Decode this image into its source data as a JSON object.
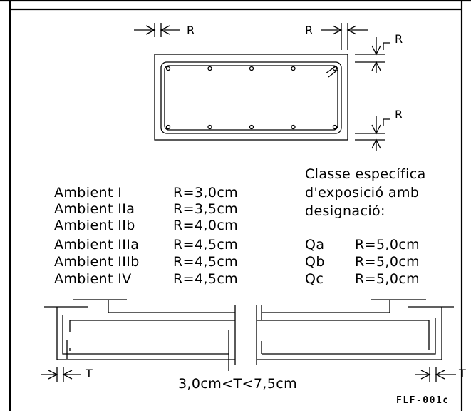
{
  "dimensions": {
    "r_label": "R",
    "t_label": "T"
  },
  "section": {
    "bar_count_per_face": 5
  },
  "ambients": [
    {
      "name": "Ambient  I",
      "value": "R=3,0cm"
    },
    {
      "name": "Ambient  IIa",
      "value": "R=3,5cm"
    },
    {
      "name": "Ambient  IIb",
      "value": "R=4,0cm"
    },
    {
      "name": "Ambient  IIIa",
      "value": "R=4,5cm"
    },
    {
      "name": "Ambient  IIIb",
      "value": "R=4,5cm"
    },
    {
      "name": "Ambient  IV",
      "value": "R=4,5cm"
    }
  ],
  "specific": {
    "heading": [
      "Classe  específica",
      "d'exposició  amb",
      "designació:"
    ],
    "classes": [
      {
        "name": "Qa",
        "value": "R=5,0cm"
      },
      {
        "name": "Qb",
        "value": "R=5,0cm"
      },
      {
        "name": "Qc",
        "value": "R=5,0cm"
      }
    ]
  },
  "beam": {
    "t_range": "3,0cm<T<7,5cm"
  },
  "drawing_code": "FLF-001c"
}
